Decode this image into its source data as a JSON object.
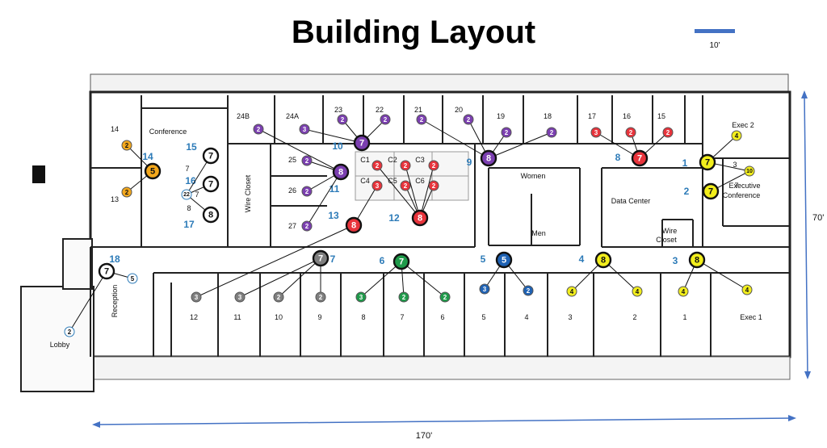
{
  "title": "Building Layout",
  "scale": {
    "bar_label": "10'",
    "width_label": "170'",
    "height_label": "70'"
  },
  "colors": {
    "purple": "#7b3fb0",
    "red": "#e8343c",
    "yellow": "#f2ee1c",
    "green": "#1f9a4a",
    "blue": "#1f62b4",
    "gray": "#7f7f7f",
    "orange": "#f4a81c",
    "white": "#ffffff",
    "label_blue": "#2d7bb8"
  },
  "rooms": [
    {
      "name": "room-label-14",
      "text": "14"
    },
    {
      "name": "room-label-13",
      "text": "13"
    },
    {
      "name": "room-label-conference",
      "text": "Conference"
    },
    {
      "name": "room-label-24b",
      "text": "24B"
    },
    {
      "name": "room-label-24a",
      "text": "24A"
    },
    {
      "name": "room-label-23",
      "text": "23"
    },
    {
      "name": "room-label-22",
      "text": "22"
    },
    {
      "name": "room-label-21",
      "text": "21"
    },
    {
      "name": "room-label-20",
      "text": "20"
    },
    {
      "name": "room-label-19",
      "text": "19"
    },
    {
      "name": "room-label-18",
      "text": "18"
    },
    {
      "name": "room-label-17",
      "text": "17"
    },
    {
      "name": "room-label-16",
      "text": "16"
    },
    {
      "name": "room-label-15",
      "text": "15"
    },
    {
      "name": "room-label-exec-2",
      "text": "Exec 2"
    },
    {
      "name": "room-label-executive",
      "text": "Executive"
    },
    {
      "name": "room-label-conference-2",
      "text": "Conference"
    },
    {
      "name": "room-label-25",
      "text": "25"
    },
    {
      "name": "room-label-26",
      "text": "26"
    },
    {
      "name": "room-label-27",
      "text": "27"
    },
    {
      "name": "room-label-c1",
      "text": "C1"
    },
    {
      "name": "room-label-c2",
      "text": "C2"
    },
    {
      "name": "room-label-c3",
      "text": "C3"
    },
    {
      "name": "room-label-c4",
      "text": "C4"
    },
    {
      "name": "room-label-c5",
      "text": "C5"
    },
    {
      "name": "room-label-c6",
      "text": "C6"
    },
    {
      "name": "room-label-women",
      "text": "Women"
    },
    {
      "name": "room-label-men",
      "text": "Men"
    },
    {
      "name": "room-label-data-center",
      "text": "Data Center"
    },
    {
      "name": "room-label-wire",
      "text": "Wire"
    },
    {
      "name": "room-label-closet",
      "text": "Closet"
    },
    {
      "name": "room-label-lobby",
      "text": "Lobby"
    },
    {
      "name": "room-label-o12",
      "text": "12"
    },
    {
      "name": "room-label-o11",
      "text": "11"
    },
    {
      "name": "room-label-o10",
      "text": "10"
    },
    {
      "name": "room-label-o9",
      "text": "9"
    },
    {
      "name": "room-label-o8",
      "text": "8"
    },
    {
      "name": "room-label-o7",
      "text": "7"
    },
    {
      "name": "room-label-o6",
      "text": "6"
    },
    {
      "name": "room-label-o5",
      "text": "5"
    },
    {
      "name": "room-label-o4",
      "text": "4"
    },
    {
      "name": "room-label-o3",
      "text": "3"
    },
    {
      "name": "room-label-o2",
      "text": "2"
    },
    {
      "name": "room-label-o1",
      "text": "1"
    },
    {
      "name": "room-label-exec-1",
      "text": "Exec 1"
    },
    {
      "name": "room-label-conf-7a",
      "text": "7"
    },
    {
      "name": "room-label-conf-7b",
      "text": "7"
    },
    {
      "name": "room-label-conf-8",
      "text": "8"
    },
    {
      "name": "room-label-exec-3",
      "text": "3"
    },
    {
      "name": "room-label-exec-7",
      "text": "7"
    },
    {
      "name": "room-label-wire-closet-v",
      "text": "Wire Closet"
    },
    {
      "name": "room-label-reception",
      "text": "Reception"
    }
  ],
  "group_labels": [
    {
      "name": "group-label-14",
      "text": "14"
    },
    {
      "name": "group-label-15",
      "text": "15"
    },
    {
      "name": "group-label-16",
      "text": "16"
    },
    {
      "name": "group-label-17",
      "text": "17"
    },
    {
      "name": "group-label-18",
      "text": "18"
    },
    {
      "name": "group-label-10",
      "text": "10"
    },
    {
      "name": "group-label-11",
      "text": "11"
    },
    {
      "name": "group-label-13",
      "text": "13"
    },
    {
      "name": "group-label-12",
      "text": "12"
    },
    {
      "name": "group-label-9",
      "text": "9"
    },
    {
      "name": "group-label-8",
      "text": "8"
    },
    {
      "name": "group-label-1",
      "text": "1"
    },
    {
      "name": "group-label-2",
      "text": "2"
    },
    {
      "name": "group-label-7",
      "text": "7"
    },
    {
      "name": "group-label-6",
      "text": "6"
    },
    {
      "name": "group-label-5",
      "text": "5"
    },
    {
      "name": "group-label-4",
      "text": "4"
    },
    {
      "name": "group-label-3",
      "text": "3"
    }
  ],
  "nodes": [
    {
      "name": "hub-orange-5",
      "label": "5",
      "color": "orange",
      "hub": true
    },
    {
      "name": "node-orange-2a",
      "label": "2",
      "color": "orange"
    },
    {
      "name": "node-orange-2b",
      "label": "2",
      "color": "orange"
    },
    {
      "name": "hub-white-7a",
      "label": "7",
      "color": "white",
      "hub": true
    },
    {
      "name": "hub-white-7b",
      "label": "7",
      "color": "white",
      "hub": true
    },
    {
      "name": "hub-white-8",
      "label": "8",
      "color": "white",
      "hub": true
    },
    {
      "name": "node-white-22",
      "label": "22",
      "color": "white"
    },
    {
      "name": "hub-white-7-reception",
      "label": "7",
      "color": "white",
      "hub": true
    },
    {
      "name": "node-white-5",
      "label": "5",
      "color": "white"
    },
    {
      "name": "node-white-2",
      "label": "2",
      "color": "white"
    },
    {
      "name": "hub-purple-7",
      "label": "7",
      "color": "purple",
      "hub": true
    },
    {
      "name": "hub-purple-8a",
      "label": "8",
      "color": "purple",
      "hub": true
    },
    {
      "name": "hub-purple-8b",
      "label": "8",
      "color": "purple",
      "hub": true
    },
    {
      "name": "node-purple-24b",
      "label": "2",
      "color": "purple"
    },
    {
      "name": "node-purple-24a",
      "label": "3",
      "color": "purple"
    },
    {
      "name": "node-purple-23",
      "label": "2",
      "color": "purple"
    },
    {
      "name": "node-purple-22",
      "label": "2",
      "color": "purple"
    },
    {
      "name": "node-purple-21",
      "label": "2",
      "color": "purple"
    },
    {
      "name": "node-purple-20",
      "label": "2",
      "color": "purple"
    },
    {
      "name": "node-purple-19",
      "label": "2",
      "color": "purple"
    },
    {
      "name": "node-purple-18",
      "label": "2",
      "color": "purple"
    },
    {
      "name": "node-purple-25",
      "label": "2",
      "color": "purple"
    },
    {
      "name": "node-purple-26",
      "label": "2",
      "color": "purple"
    },
    {
      "name": "node-purple-27",
      "label": "2",
      "color": "purple"
    },
    {
      "name": "hub-red-8a",
      "label": "8",
      "color": "red",
      "hub": true
    },
    {
      "name": "hub-red-8b",
      "label": "8",
      "color": "red",
      "hub": true
    },
    {
      "name": "hub-red-7",
      "label": "7",
      "color": "red",
      "hub": true
    },
    {
      "name": "node-red-c1",
      "label": "2",
      "color": "red"
    },
    {
      "name": "node-red-c2",
      "label": "2",
      "color": "red"
    },
    {
      "name": "node-red-c3",
      "label": "2",
      "color": "red"
    },
    {
      "name": "node-red-c4",
      "label": "3",
      "color": "red"
    },
    {
      "name": "node-red-c5",
      "label": "2",
      "color": "red"
    },
    {
      "name": "node-red-c6",
      "label": "2",
      "color": "red"
    },
    {
      "name": "node-red-17",
      "label": "3",
      "color": "red"
    },
    {
      "name": "node-red-16",
      "label": "2",
      "color": "red"
    },
    {
      "name": "node-red-15",
      "label": "2",
      "color": "red"
    },
    {
      "name": "hub-yellow-7a",
      "label": "7",
      "color": "yellow",
      "hub": true
    },
    {
      "name": "hub-yellow-7b",
      "label": "7",
      "color": "yellow",
      "hub": true
    },
    {
      "name": "node-yellow-4-exec2",
      "label": "4",
      "color": "yellow"
    },
    {
      "name": "node-yellow-10",
      "label": "10",
      "color": "yellow"
    },
    {
      "name": "hub-yellow-8a",
      "label": "8",
      "color": "yellow",
      "hub": true
    },
    {
      "name": "hub-yellow-8b",
      "label": "8",
      "color": "yellow",
      "hub": true
    },
    {
      "name": "node-yellow-4a",
      "label": "4",
      "color": "yellow"
    },
    {
      "name": "node-yellow-4b",
      "label": "4",
      "color": "yellow"
    },
    {
      "name": "node-yellow-4c",
      "label": "4",
      "color": "yellow"
    },
    {
      "name": "node-yellow-4d",
      "label": "4",
      "color": "yellow"
    },
    {
      "name": "hub-gray-7",
      "label": "7",
      "color": "gray",
      "hub": true
    },
    {
      "name": "node-gray-3a",
      "label": "3",
      "color": "gray"
    },
    {
      "name": "node-gray-3b",
      "label": "3",
      "color": "gray"
    },
    {
      "name": "node-gray-2a",
      "label": "2",
      "color": "gray"
    },
    {
      "name": "node-gray-2b",
      "label": "2",
      "color": "gray"
    },
    {
      "name": "hub-green-7",
      "label": "7",
      "color": "green",
      "hub": true
    },
    {
      "name": "node-green-3",
      "label": "3",
      "color": "green"
    },
    {
      "name": "node-green-2a",
      "label": "2",
      "color": "green"
    },
    {
      "name": "node-green-2b",
      "label": "2",
      "color": "green"
    },
    {
      "name": "hub-blue-5",
      "label": "5",
      "color": "blue",
      "hub": true
    },
    {
      "name": "node-blue-3",
      "label": "3",
      "color": "blue"
    },
    {
      "name": "node-blue-2",
      "label": "2",
      "color": "blue"
    }
  ],
  "links": [
    [
      "hub-orange-5",
      "node-orange-2a"
    ],
    [
      "hub-orange-5",
      "node-orange-2b"
    ],
    [
      "hub-white-7a",
      "node-white-22"
    ],
    [
      "hub-white-7b",
      "node-white-22"
    ],
    [
      "hub-white-8",
      "node-white-22"
    ],
    [
      "hub-white-7-reception",
      "node-white-5"
    ],
    [
      "hub-white-7-reception",
      "node-white-2"
    ],
    [
      "hub-purple-7",
      "node-purple-24a"
    ],
    [
      "hub-purple-7",
      "node-purple-23"
    ],
    [
      "hub-purple-7",
      "node-purple-22"
    ],
    [
      "hub-purple-8a",
      "node-purple-24b"
    ],
    [
      "hub-purple-8a",
      "node-purple-25"
    ],
    [
      "hub-purple-8a",
      "node-purple-26"
    ],
    [
      "hub-purple-8a",
      "node-purple-27"
    ],
    [
      "hub-purple-8b",
      "node-purple-21"
    ],
    [
      "hub-purple-8b",
      "node-purple-20"
    ],
    [
      "hub-purple-8b",
      "node-purple-19"
    ],
    [
      "hub-purple-8b",
      "node-purple-18"
    ],
    [
      "hub-red-8a",
      "node-red-c4"
    ],
    [
      "hub-red-8a",
      "node-gray-3a"
    ],
    [
      "hub-red-8b",
      "node-red-c1"
    ],
    [
      "hub-red-8b",
      "node-red-c2"
    ],
    [
      "hub-red-8b",
      "node-red-c3"
    ],
    [
      "hub-red-8b",
      "node-red-c5"
    ],
    [
      "hub-red-8b",
      "node-red-c6"
    ],
    [
      "hub-red-7",
      "node-red-17"
    ],
    [
      "hub-red-7",
      "node-red-16"
    ],
    [
      "hub-red-7",
      "node-red-15"
    ],
    [
      "hub-yellow-7a",
      "node-yellow-4-exec2"
    ],
    [
      "hub-yellow-7a",
      "node-yellow-10"
    ],
    [
      "hub-yellow-7b",
      "node-yellow-10"
    ],
    [
      "hub-yellow-8a",
      "node-yellow-4a"
    ],
    [
      "hub-yellow-8a",
      "node-yellow-4b"
    ],
    [
      "hub-yellow-8b",
      "node-yellow-4c"
    ],
    [
      "hub-yellow-8b",
      "node-yellow-4d"
    ],
    [
      "hub-gray-7",
      "node-gray-3b"
    ],
    [
      "hub-gray-7",
      "node-gray-2a"
    ],
    [
      "hub-gray-7",
      "node-gray-2b"
    ],
    [
      "hub-green-7",
      "node-green-3"
    ],
    [
      "hub-green-7",
      "node-green-2a"
    ],
    [
      "hub-green-7",
      "node-green-2b"
    ],
    [
      "hub-blue-5",
      "node-blue-3"
    ],
    [
      "hub-blue-5",
      "node-blue-2"
    ]
  ]
}
